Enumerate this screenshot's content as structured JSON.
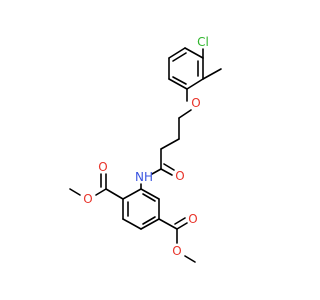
{
  "molecule": {
    "atoms": {
      "cl": {
        "label": "Cl",
        "color": "#2fb52c"
      },
      "o_ether": {
        "label": "O",
        "color": "#e8342a"
      },
      "o_amide": {
        "label": "O",
        "color": "#e8342a"
      },
      "nh": {
        "label": "NH",
        "color": "#3a55e0"
      },
      "o_ester1_carbonyl": {
        "label": "O",
        "color": "#e8342a"
      },
      "o_ester1_single": {
        "label": "O",
        "color": "#e8342a"
      },
      "o_ester2_carbonyl": {
        "label": "O",
        "color": "#e8342a"
      },
      "o_ester2_single": {
        "label": "O",
        "color": "#e8342a"
      }
    },
    "bond_color": "#000000"
  }
}
